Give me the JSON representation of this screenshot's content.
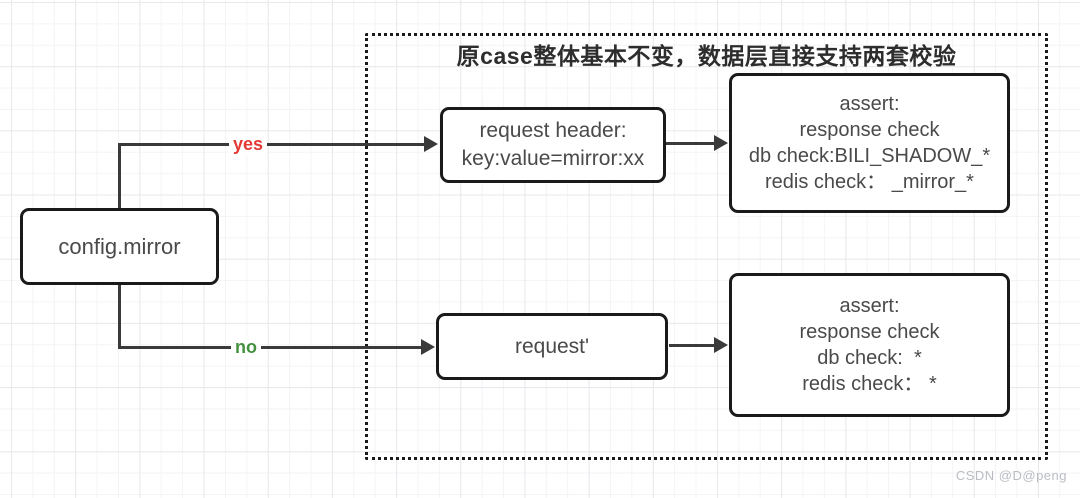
{
  "diagram": {
    "title": "原case整体基本不变，数据层直接支持两套校验",
    "nodes": {
      "config_mirror": {
        "label": "config.mirror"
      },
      "request_header": {
        "lines": [
          "request header:",
          "key:value=mirror:xx"
        ]
      },
      "assert_mirror": {
        "lines": [
          "assert:",
          "response check",
          "db check:BILI_SHADOW_*",
          "redis check： _mirror_*"
        ]
      },
      "request_plain": {
        "label": "request'"
      },
      "assert_plain": {
        "lines": [
          "assert:",
          "response check",
          "db check:  *",
          "redis check： *"
        ]
      }
    },
    "edge_labels": {
      "yes": "yes",
      "no": "no"
    },
    "colors": {
      "yes_label": "#e53935",
      "no_label": "#43913f",
      "line": "#3a3a3a",
      "node_border": "#1a1a1a",
      "node_text": "#4a4a4a",
      "title_text": "#2d2d2d"
    }
  },
  "watermark": {
    "text": "CSDN @D@peng",
    "color": "#b9bcc2"
  }
}
